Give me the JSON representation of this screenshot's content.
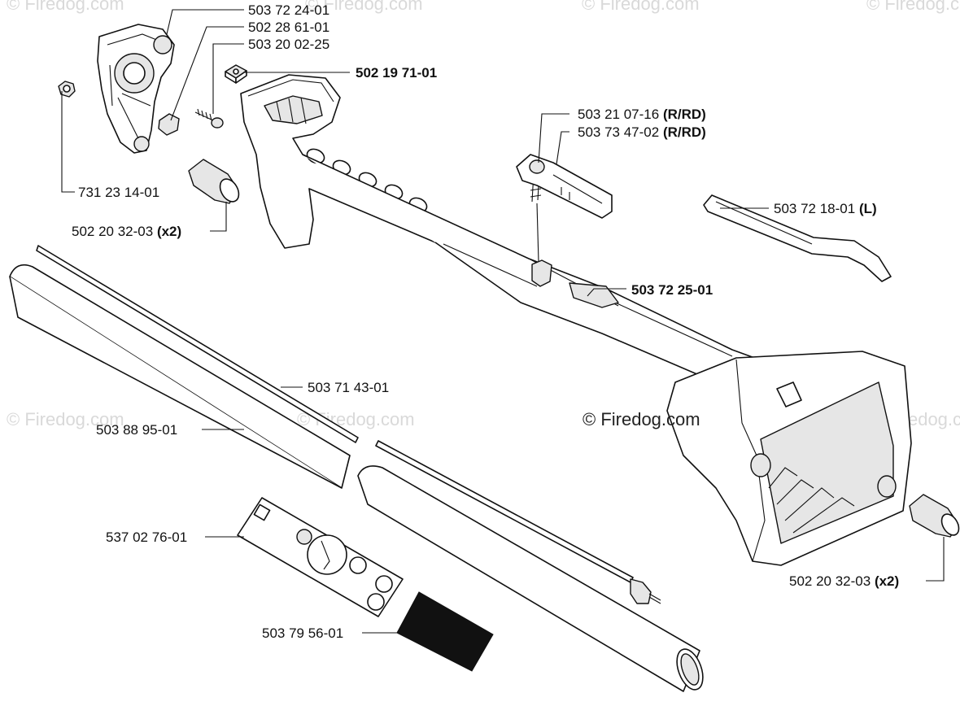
{
  "watermarks": {
    "main": "© Firedog.com",
    "faint": "© Firedog.com"
  },
  "labels": {
    "p1": {
      "num": "503 72 24-01",
      "note": ""
    },
    "p2": {
      "num": "502 28 61-01",
      "note": ""
    },
    "p3": {
      "num": "503 20 02-25",
      "note": ""
    },
    "p4": {
      "num": "502 19 71-01",
      "note": ""
    },
    "p5": {
      "num": "731 23 14-01",
      "note": ""
    },
    "p6": {
      "num": "502 20 32-03",
      "note": "(x2)"
    },
    "p7": {
      "num": "503 21 07-16",
      "note": "(R/RD)"
    },
    "p8": {
      "num": "503 73 47-02",
      "note": "(R/RD)"
    },
    "p9": {
      "num": "503 72 18-01",
      "note": "(L)"
    },
    "p10": {
      "num": "503 72 25-01",
      "note": ""
    },
    "p11": {
      "num": "503 71 43-01",
      "note": ""
    },
    "p12": {
      "num": "503 88 95-01",
      "note": ""
    },
    "p13": {
      "num": "537 02 76-01",
      "note": ""
    },
    "p14": {
      "num": "503 79 56-01",
      "note": ""
    },
    "p15": {
      "num": "502 20 32-03",
      "note": "(x2)"
    }
  }
}
